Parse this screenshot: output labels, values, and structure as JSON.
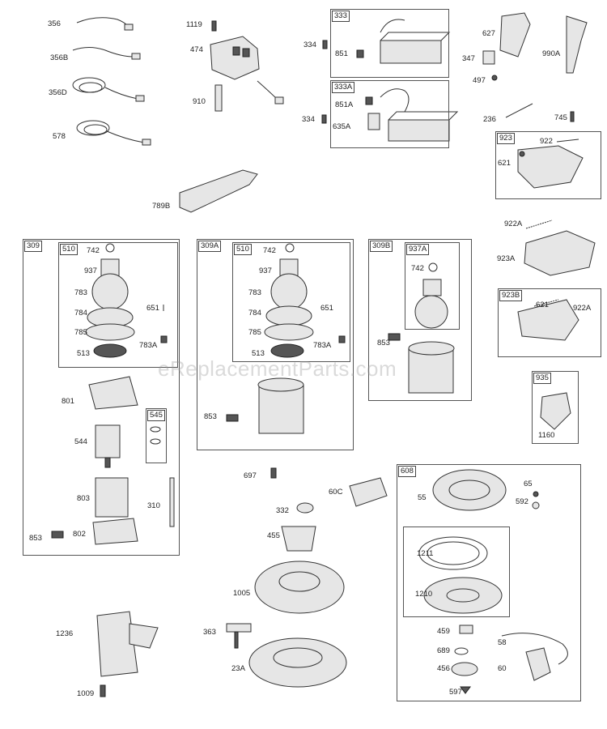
{
  "watermark": "eReplacementParts.com",
  "groups": {
    "g309": "309",
    "g510a": "510",
    "g545": "545",
    "g309a": "309A",
    "g510b": "510",
    "g309b": "309B",
    "g937a": "937A",
    "g333": "333",
    "g333a": "333A",
    "g923": "923",
    "g923b": "923B",
    "g935": "935",
    "g608": "608"
  },
  "labels": {
    "l356": "356",
    "l356b": "356B",
    "l356d": "356D",
    "l578": "578",
    "l1119": "1119",
    "l474": "474",
    "l910": "910",
    "l334a": "334",
    "l851": "851",
    "l334b": "334",
    "l851a": "851A",
    "l635a": "635A",
    "l627": "627",
    "l347": "347",
    "l497": "497",
    "l990a": "990A",
    "l236": "236",
    "l745": "745",
    "l922": "922",
    "l621a": "621",
    "l789b": "789B",
    "l922a": "922A",
    "l923a": "923A",
    "l621b": "621",
    "l922a2": "922A",
    "l1160": "1160",
    "a742": "742",
    "a937": "937",
    "a783": "783",
    "a784": "784",
    "a785": "785",
    "a513": "513",
    "a651": "651",
    "a783a": "783A",
    "a801": "801",
    "a544": "544",
    "a803": "803",
    "a310": "310",
    "a853": "853",
    "a802": "802",
    "b742": "742",
    "b937": "937",
    "b783": "783",
    "b784": "784",
    "b785": "785",
    "b513": "513",
    "b651": "651",
    "b783a": "783A",
    "b853": "853",
    "c742": "742",
    "c853": "853",
    "l697": "697",
    "l60c": "60C",
    "l332": "332",
    "l455": "455",
    "l1005": "1005",
    "l363": "363",
    "l23a": "23A",
    "l1236": "1236",
    "l1009": "1009",
    "l55": "55",
    "l65": "65",
    "l592": "592",
    "l1211": "1211",
    "l1210": "1210",
    "l459": "459",
    "l58": "58",
    "l689": "689",
    "l456": "456",
    "l60": "60",
    "l597": "597"
  }
}
